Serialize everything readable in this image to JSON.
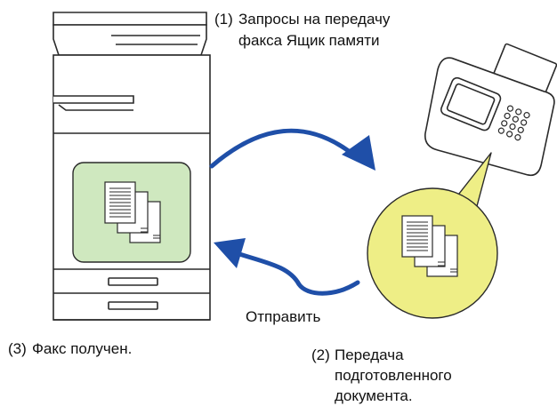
{
  "labels": {
    "step1": {
      "num": "(1)",
      "line1": "Запросы на передачу",
      "line2": "факса Ящик памяти"
    },
    "step2": {
      "num": "(2)",
      "line1": "Передача",
      "line2": "подготовленного",
      "line3": "документа."
    },
    "step3": {
      "num": "(3)",
      "text": "Факс получен."
    },
    "send": "Отправить"
  },
  "colors": {
    "arrow": "#1f4fa8",
    "machine_doc_bubble": "#cfe8bf",
    "fax_doc_bubble": "#eeee86",
    "outline": "#2a2a2a"
  },
  "icons": [
    "multifunction-printer-icon",
    "fax-machine-icon",
    "document-stack-icon",
    "curved-arrow-icon"
  ]
}
